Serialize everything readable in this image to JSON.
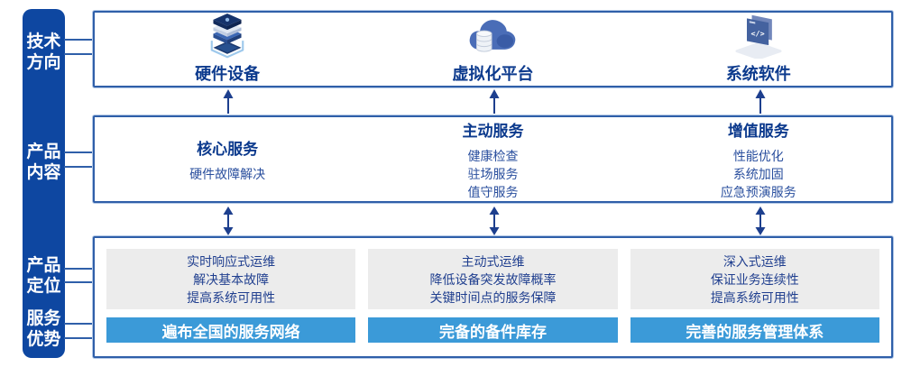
{
  "colors": {
    "rail_blue": "#0e47a1",
    "title_navy": "#0c3a8d",
    "body_blue": "#2a4f9e",
    "bar_blue": "#3b9ad8",
    "line_blue": "#2f5fa9",
    "gray_box": "#ececec"
  },
  "rail": {
    "labels": [
      {
        "text": "技术\n方向"
      },
      {
        "text": "产品\n内容"
      },
      {
        "text": "产品\n定位"
      },
      {
        "text": "服务\n优势"
      }
    ]
  },
  "top": {
    "items": [
      {
        "label": "硬件设备",
        "icon": "server-stack-icon"
      },
      {
        "label": "虚拟化平台",
        "icon": "cloud-database-icon"
      },
      {
        "label": "系统软件",
        "icon": "code-window-icon"
      }
    ]
  },
  "middle": {
    "columns": [
      {
        "title": "核心服务",
        "items": [
          "硬件故障解决"
        ]
      },
      {
        "title": "主动服务",
        "items": [
          "健康检查",
          "驻场服务",
          "值守服务"
        ]
      },
      {
        "title": "增值服务",
        "items": [
          "性能优化",
          "系统加固",
          "应急预演服务"
        ]
      }
    ]
  },
  "bottom": {
    "columns": [
      {
        "lines": [
          "实时响应式运维",
          "解决基本故障",
          "提高系统可用性"
        ],
        "bar": "遍布全国的服务网络"
      },
      {
        "lines": [
          "主动式运维",
          "降低设备突发故障概率",
          "关键时间点的服务保障"
        ],
        "bar": "完备的备件库存"
      },
      {
        "lines": [
          "深入式运维",
          "保证业务连续性",
          "提高系统可用性"
        ],
        "bar": "完善的服务管理体系"
      }
    ]
  }
}
